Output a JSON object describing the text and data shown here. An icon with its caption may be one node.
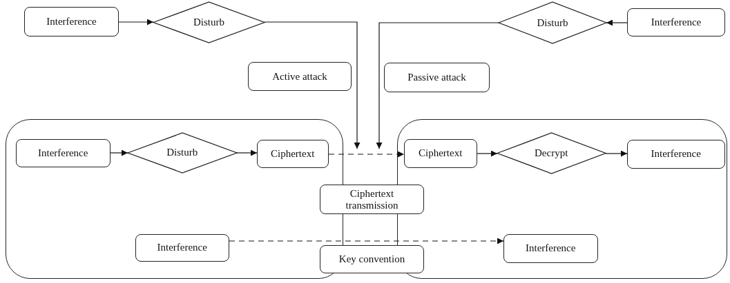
{
  "diagram": {
    "nodes": [
      {
        "text": [
          "Interference"
        ]
      },
      {
        "text": [
          "Disturb"
        ]
      },
      {
        "text": [
          "Interference"
        ]
      },
      {
        "text": [
          "Disturb"
        ]
      },
      {
        "text": [
          "Active attack"
        ]
      },
      {
        "text": [
          "Passive attack"
        ]
      },
      {
        "text": [],
        "shape": "box"
      },
      {
        "text": [],
        "shape": "box"
      },
      {
        "text": [
          "Interference"
        ],
        "in": 6
      },
      {
        "text": [
          "Disturb"
        ],
        "in": 6
      },
      {
        "text": [
          "Ciphertext"
        ],
        "in": 6
      },
      {
        "text": [
          "Ciphertext"
        ],
        "in": 7
      },
      {
        "text": [
          "Decrypt"
        ],
        "in": 7
      },
      {
        "text": [
          "Interference"
        ],
        "in": 7
      },
      {
        "text": [
          "Ciphertext transmission"
        ]
      },
      {
        "text": [
          "Interference"
        ],
        "in": 6
      },
      {
        "text": [
          "Key convention"
        ]
      },
      {
        "text": [
          "Interference"
        ],
        "in": 7
      }
    ],
    "edges": [
      {
        "from": 0,
        "to": 1,
        "arrow": "to"
      },
      {
        "from": 1,
        "to": 6,
        "arrow": "to"
      },
      {
        "from": 2,
        "to": 3,
        "arrow": "to"
      },
      {
        "from": 3,
        "to": 7,
        "arrow": "to"
      },
      {
        "from": 8,
        "to": 9,
        "arrow": "to"
      },
      {
        "from": 9,
        "to": 10,
        "arrow": "to"
      },
      {
        "from": 10,
        "to": 11,
        "arrow": "to",
        "style": "dashed"
      },
      {
        "from": 11,
        "to": 12,
        "arrow": "to"
      },
      {
        "from": 12,
        "to": 13,
        "arrow": "to"
      },
      {
        "from": 15,
        "to": 17,
        "arrow": "to",
        "style": "dashed"
      }
    ]
  }
}
